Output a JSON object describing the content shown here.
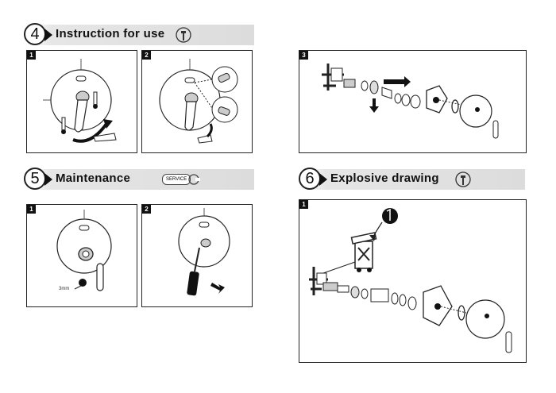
{
  "sections": {
    "instruction": {
      "number": "4",
      "title": "Instruction for use",
      "icon": "faucet-icon"
    },
    "maintenance": {
      "number": "5",
      "title": "Maintenance",
      "badge": "SERVICE",
      "icon": "wrench-icon"
    },
    "explosive": {
      "number": "6",
      "title": "Explosive drawing",
      "icon": "faucet-icon"
    }
  },
  "panels": {
    "instruction_1": "1",
    "instruction_2": "2",
    "instruction_3": "3",
    "maintenance_1": "1",
    "maintenance_2": "2",
    "explosive_1": "1"
  },
  "maintenance_note": "3mm",
  "colors": {
    "banner": "#dcdcdc",
    "line": "#222222",
    "tag": "#111111"
  }
}
